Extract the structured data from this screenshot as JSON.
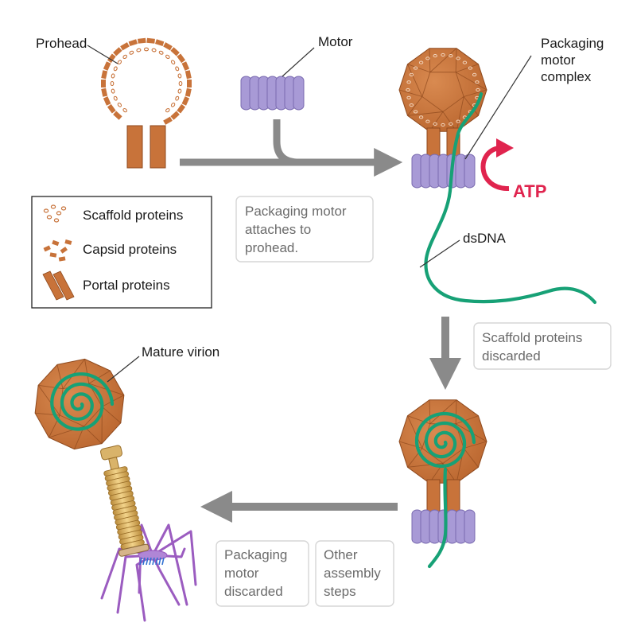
{
  "labels": {
    "prohead": "Prohead",
    "motor": "Motor",
    "complex": [
      "Packaging",
      "motor",
      "complex"
    ],
    "dsdna": "dsDNA",
    "atp": "ATP",
    "mature": "Mature virion"
  },
  "legend": {
    "scaffold": "Scaffold proteins",
    "capsid": "Capsid proteins",
    "portal": "Portal proteins"
  },
  "steps": {
    "attach": [
      "Packaging motor",
      "attaches to",
      "prohead."
    ],
    "scaffold": [
      "Scaffold proteins",
      "discarded"
    ],
    "motor_discarded": [
      "Packaging",
      "motor",
      "discarded"
    ],
    "assembly": [
      "Other",
      "assembly",
      "steps"
    ]
  },
  "colors": {
    "capsid": "#c8733a",
    "capsid_dark": "#8f4a1e",
    "motor": "#a89ad6",
    "motor_dark": "#7a6bb0",
    "dna": "#17a176",
    "atp": "#e0244e",
    "arrow": "#8a8a8a",
    "tail": "#d9b36a",
    "fibers": "#9b5cc0",
    "spikes": "#2f6fd1"
  }
}
